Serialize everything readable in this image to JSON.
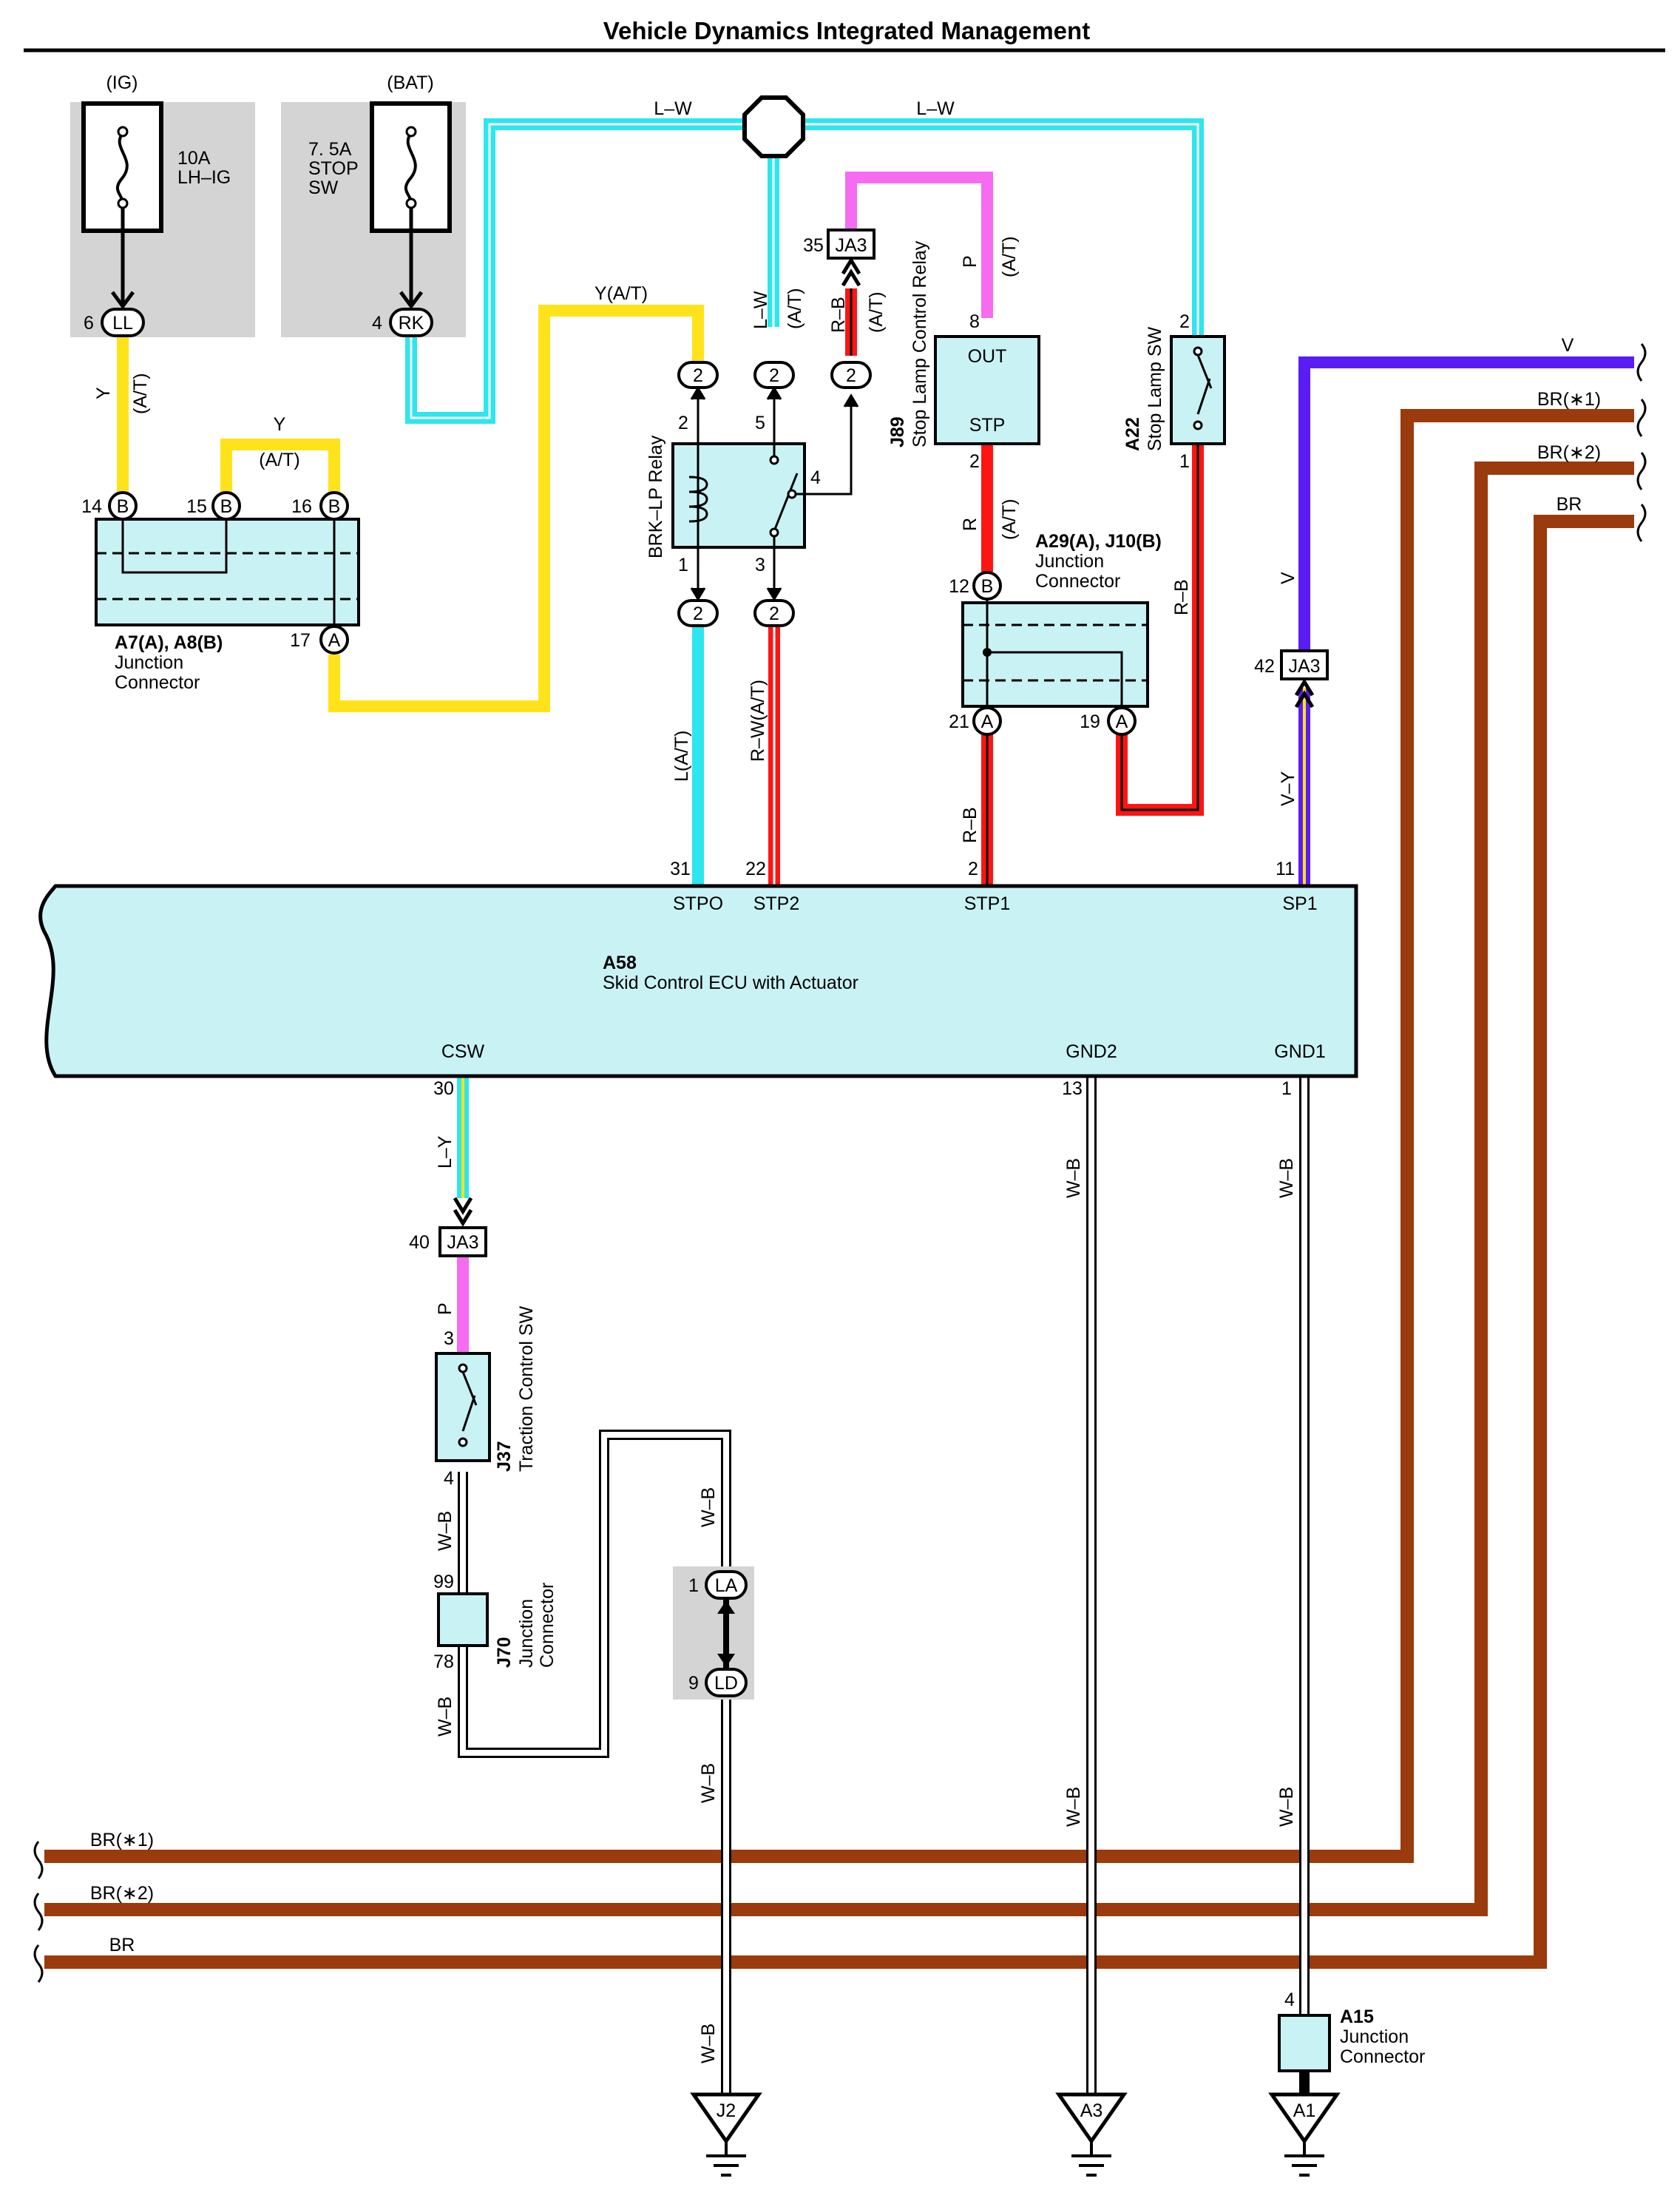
{
  "title": "Vehicle Dynamics Integrated Management",
  "colors": {
    "cyan": "#2de6ee",
    "yellow": "#ffe31a",
    "magenta": "#f56cf0",
    "red": "#ff1414",
    "blue": "#5a1cf5",
    "brown": "#9b3a0c",
    "box_fill": "#c9f2f5",
    "fuse_bg": "#d4d4d4"
  },
  "fuses": {
    "ig": {
      "source": "(IG)",
      "rating": "10A",
      "name": "LH–IG",
      "pin": "6",
      "conn": "LL"
    },
    "bat": {
      "source": "(BAT)",
      "rating": "7. 5A",
      "name1": "STOP",
      "name2": "SW",
      "pin": "4",
      "conn": "RK"
    }
  },
  "wires": {
    "lw": "L–W",
    "y": "Y",
    "at": "(A/T)",
    "y_at": "Y(A/T)",
    "rb": "R–B",
    "p": "P",
    "r": "R",
    "l_at": "L(A/T)",
    "rw_at": "R–W(A/T)",
    "v": "V",
    "vy": "V–Y",
    "ly": "L–Y",
    "wb": "W–B",
    "br1": "BR(∗1)",
    "br2": "BR(∗2)",
    "br": "BR"
  },
  "a7": {
    "name": "A7(A), A8(B)",
    "sub1": "Junction",
    "sub2": "Connector",
    "pins": [
      "14",
      "15",
      "16",
      "17"
    ],
    "conn_b": "B",
    "conn_a": "A"
  },
  "relay": {
    "name": "BRK–LP Relay",
    "pins": [
      "2",
      "5",
      "4",
      "1",
      "3"
    ],
    "conn": "2"
  },
  "stop_relay": {
    "code": "J89",
    "name": "Stop Lamp Control Relay",
    "out": "OUT",
    "stp": "STP",
    "pin_top": "8",
    "pin_bottom": "2"
  },
  "ja3": "JA3",
  "ja3_pins": {
    "a": "35",
    "b": "42",
    "c": "40"
  },
  "a29": {
    "name": "A29(A), J10(B)",
    "sub1": "Junction",
    "sub2": "Connector",
    "pins": [
      "12",
      "21",
      "19"
    ],
    "conn_b": "B",
    "conn_a": "A"
  },
  "stop_sw": {
    "code": "A22",
    "name": "Stop Lamp SW",
    "pin_top": "2",
    "pin_bottom": "1"
  },
  "ecu": {
    "code": "A58",
    "name": "Skid Control ECU with Actuator",
    "top_pins": [
      {
        "num": "31",
        "label": "STPO"
      },
      {
        "num": "22",
        "label": "STP2"
      },
      {
        "num": "2",
        "label": "STP1"
      },
      {
        "num": "11",
        "label": "SP1"
      }
    ],
    "bottom_pins": [
      {
        "num": "30",
        "label": "CSW"
      },
      {
        "num": "13",
        "label": "GND2"
      },
      {
        "num": "1",
        "label": "GND1"
      }
    ]
  },
  "traction_sw": {
    "code": "J37",
    "name": "Traction Control SW",
    "pin_top": "3",
    "pin_bottom": "4"
  },
  "j70": {
    "code": "J70",
    "sub1": "Junction",
    "sub2": "Connector",
    "pin_top": "99",
    "pin_bottom": "78"
  },
  "la_ld": {
    "pin1": "1",
    "conn1": "LA",
    "pin2": "9",
    "conn2": "LD"
  },
  "a15": {
    "code": "A15",
    "sub1": "Junction",
    "sub2": "Connector",
    "pin": "4"
  },
  "grounds": [
    "J2",
    "A3",
    "A1"
  ]
}
